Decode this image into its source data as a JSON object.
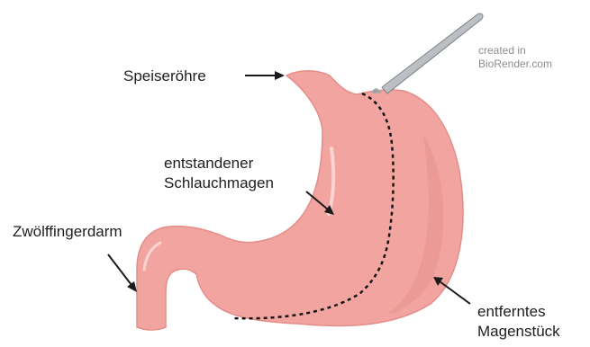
{
  "credit": {
    "line1": "created in",
    "line2": "BioRender.com"
  },
  "labels": {
    "esophagus": "Speiseröhre",
    "sleeve_line1": "entstandener",
    "sleeve_line2": "Schlauchmagen",
    "duodenum": "Zwölffingerdarm",
    "removed_line1": "entferntes",
    "removed_line2": "Magenstück"
  },
  "colors": {
    "stomach_fill": "#f2a5a0",
    "stomach_shade": "#e58f8a",
    "stomach_outline": "#e48d88",
    "cut_line": "#141414",
    "arrow": "#1a1a1a",
    "scalpel_blade": "#b9bdc1",
    "scalpel_handle": "#8f9499"
  },
  "icons": [
    "scalpel-icon"
  ]
}
